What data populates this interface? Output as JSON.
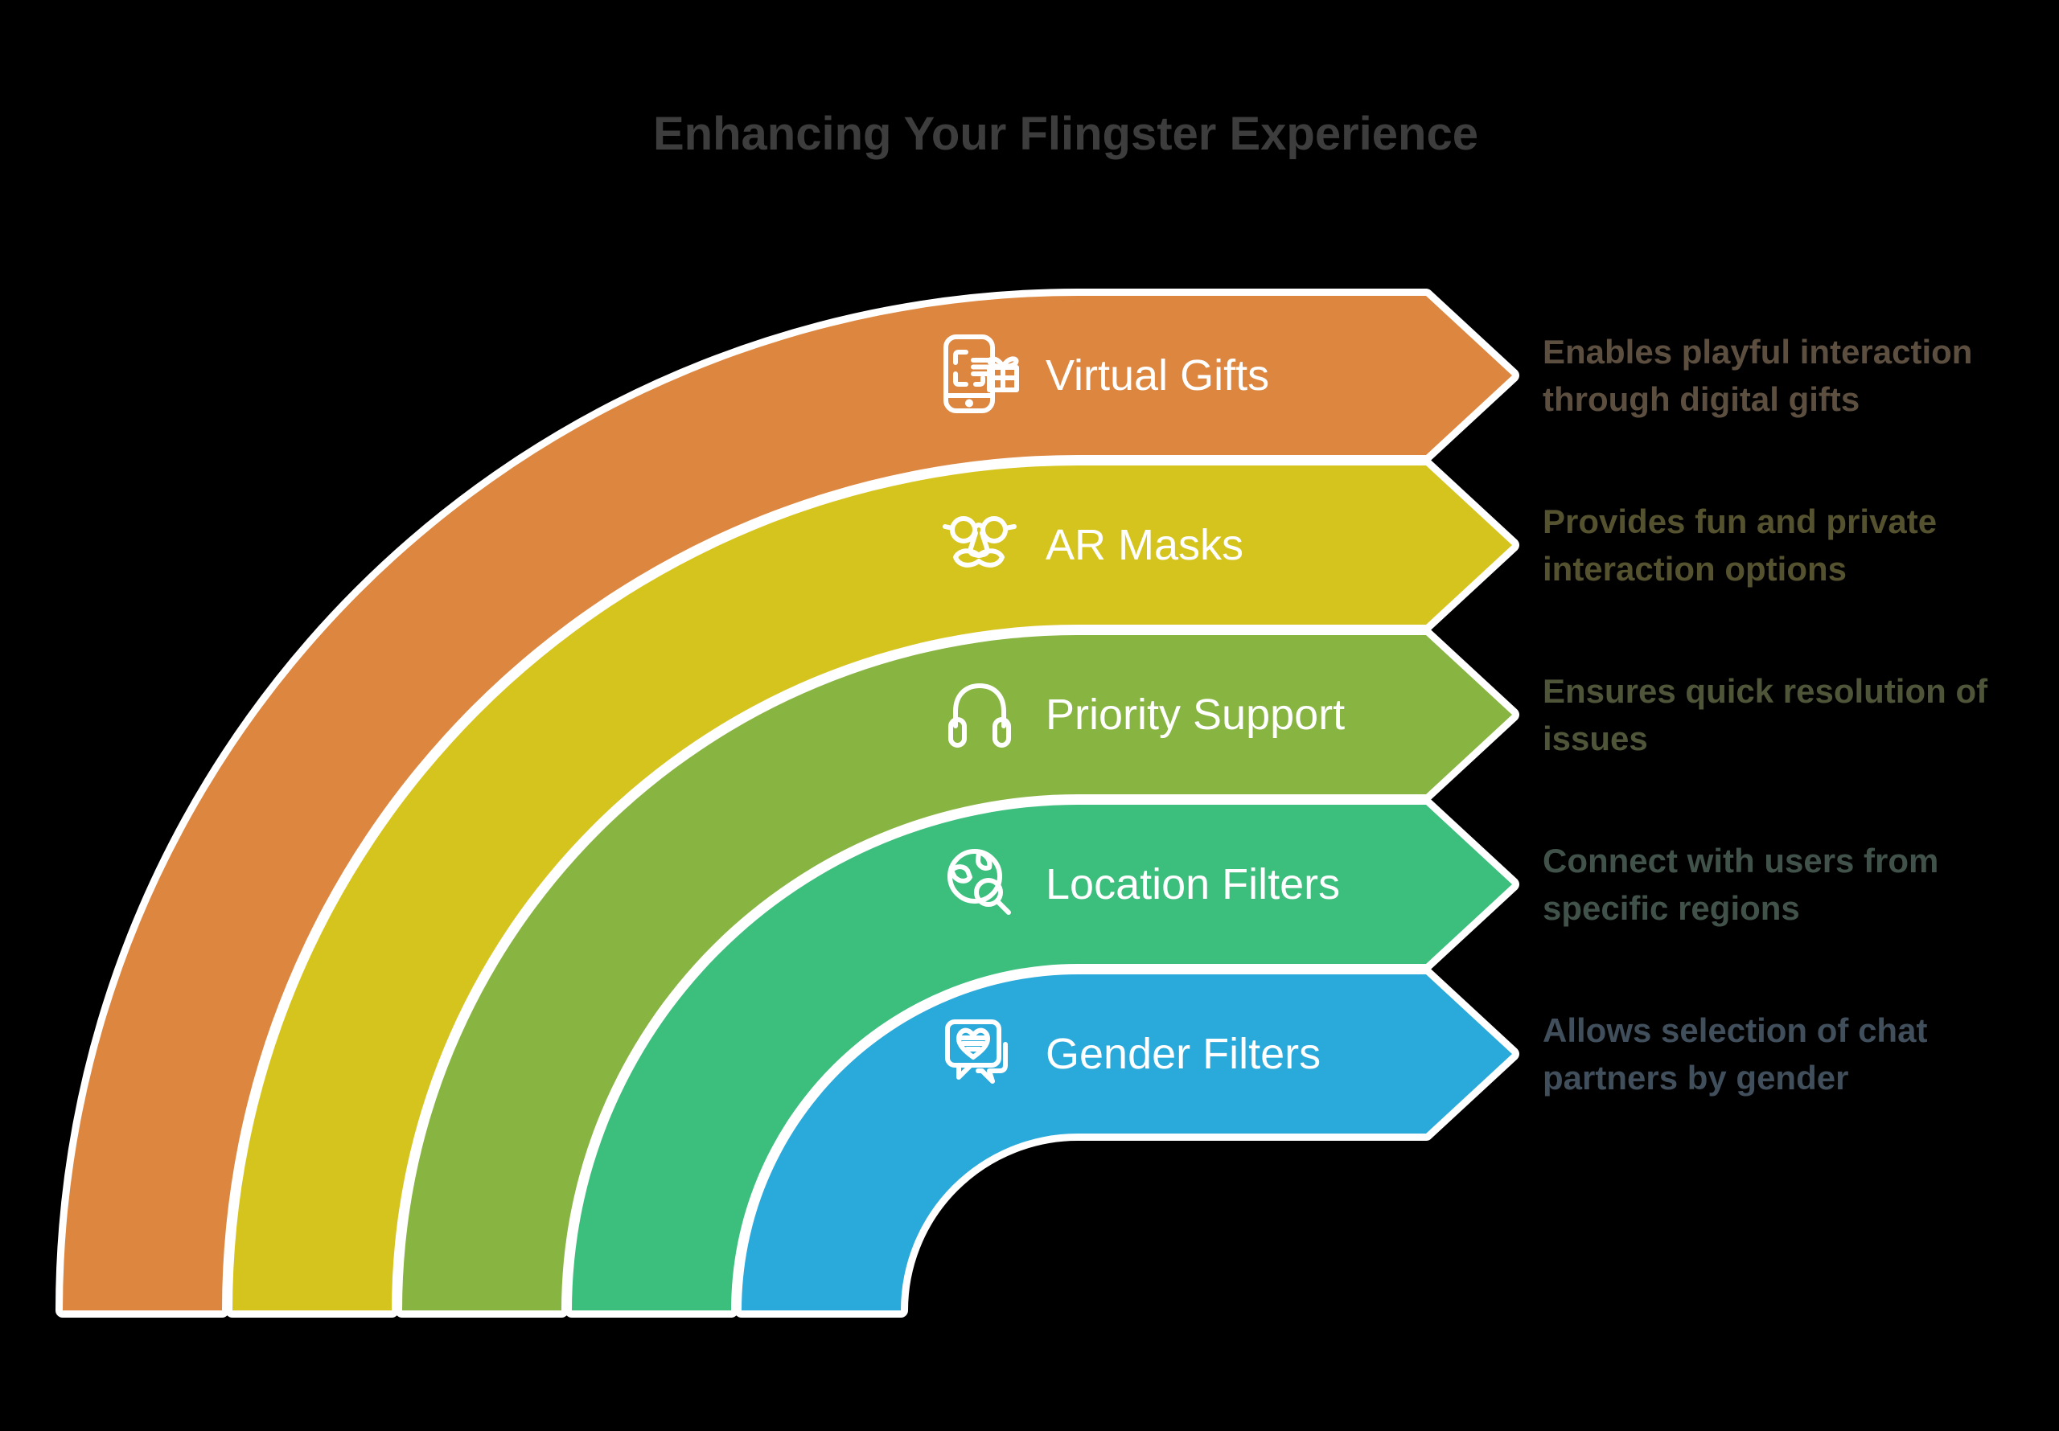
{
  "title": {
    "text": "Enhancing Your Flingster Experience",
    "color": "#3d3d3d"
  },
  "background_color": "#000000",
  "outline_color": "#ffffff",
  "icon_color": "#ffffff",
  "bands": [
    {
      "label": "Virtual Gifts",
      "color": "#dc8640",
      "desc_color": "#5d4f40",
      "icon": "phone-gift-icon",
      "desc_line1": "Enables playful interaction",
      "desc_line2": "through digital gifts"
    },
    {
      "label": "AR Masks",
      "color": "#d6c41e",
      "desc_color": "#55522f",
      "icon": "disguise-glasses-icon",
      "desc_line1": "Provides fun and private",
      "desc_line2": "interaction options"
    },
    {
      "label": "Priority Support",
      "color": "#88b441",
      "desc_color": "#4f5538",
      "icon": "headphones-icon",
      "desc_line1": "Ensures quick resolution of",
      "desc_line2": "issues"
    },
    {
      "label": "Location Filters",
      "color": "#3cbe7d",
      "desc_color": "#41524a",
      "icon": "globe-search-icon",
      "desc_line1": "Connect with users from",
      "desc_line2": "specific regions"
    },
    {
      "label": "Gender Filters",
      "color": "#2aa9db",
      "desc_color": "#404f5b",
      "icon": "chat-heart-icon",
      "desc_line1": "Allows selection of chat",
      "desc_line2": "partners by gender"
    }
  ]
}
